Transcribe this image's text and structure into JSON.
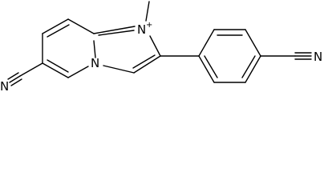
{
  "molecule": {
    "atoms": {
      "n1": "N",
      "n_bridge": "N",
      "n_nitrile_left": "N",
      "n_nitrile_right": "N",
      "charge": "+"
    },
    "colors": {
      "bonds": "#000000",
      "labels": "#000000",
      "background": "#ffffff"
    }
  }
}
